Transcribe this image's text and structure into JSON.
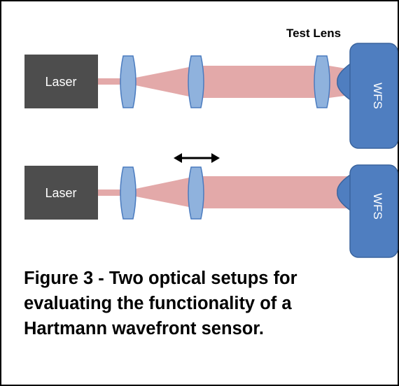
{
  "top_setup": {
    "test_lens_label": "Test Lens",
    "laser_label": "Laser",
    "sensor_label": "WFS"
  },
  "bottom_setup": {
    "laser_label": "Laser",
    "sensor_label": "WFS"
  },
  "caption": {
    "line1": "Figure 3 - Two optical setups for",
    "line2": "evaluating the functionality of a",
    "line3": "Hartmann wavefront sensor."
  },
  "colors": {
    "border": "#000000",
    "laser_box": "#4d4d4d",
    "beam": "#e3a9a9",
    "lens_fill": "#8fb2dd",
    "lens_stroke": "#4a7bbf",
    "wfs_fill": "#4f7ec0",
    "wfs_stroke": "#3a649e",
    "label_text": "#ffffff"
  }
}
